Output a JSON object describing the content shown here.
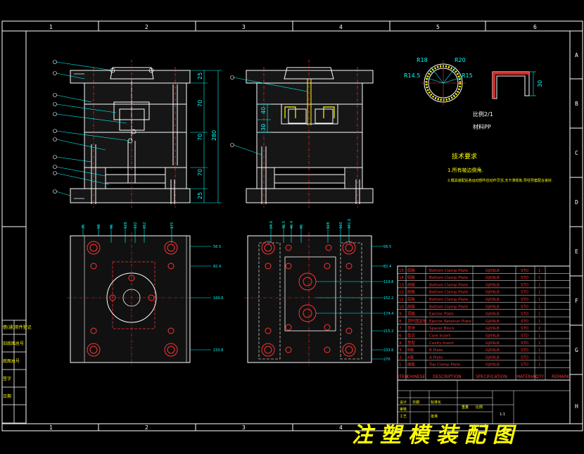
{
  "drawing": {
    "grid_columns": [
      "1",
      "2",
      "3",
      "4",
      "5",
      "6"
    ],
    "grid_rows": [
      "A",
      "B",
      "C",
      "D",
      "E",
      "F",
      "G",
      "H"
    ],
    "title_banner": "注塑模装配图",
    "colors": {
      "background": "#000000",
      "frame": "#ffffff",
      "outline": "#ffffff",
      "hidden": "#ff3333",
      "center": "#ff3333",
      "dimension": "#00ffff",
      "leader": "#00ffff",
      "table_text": "#ff3333",
      "note_text": "#ffff00",
      "banner": "#ffff00",
      "plate_fill": "#1a1a1a"
    }
  },
  "front_view": {
    "dims": [
      "25",
      "70",
      "70",
      "280",
      "70",
      "25"
    ]
  },
  "side_view": {
    "dims": [
      "40",
      "30"
    ]
  },
  "part_detail": {
    "radii": [
      "R18",
      "R20",
      "R14.5",
      "R15"
    ],
    "section_dim": "30",
    "scale_note": "比例2/1",
    "material_note": "材料PP"
  },
  "tech_notes": {
    "title": "技术要求",
    "items": [
      "1.所有棱边倒角.",
      "2.模具装配后各运动部件应动作灵活,无卡滞现象,导柱导套配合良好."
    ]
  },
  "plan_dims_left": {
    "top": [
      "35",
      "58",
      "96",
      "128",
      "132",
      "152",
      "175"
    ],
    "right": [
      "56.5",
      "82.4",
      "169.8",
      "233.8"
    ]
  },
  "plan_dims_right": {
    "top": [
      "24.6",
      "36.5",
      "46.4",
      "95",
      "128",
      "160",
      "181.6"
    ],
    "right": [
      "56.5",
      "82.4",
      "119.8",
      "152.2",
      "174.4",
      "215.2",
      "233.6",
      "270"
    ]
  },
  "bom": {
    "header": [
      "ITEM",
      "CHINESE",
      "DESCRIPTION",
      "SPECIFICATION",
      "MATERIAL",
      "QTY",
      "REMARK"
    ],
    "rows": [
      {
        "item": "15",
        "cn": "底板",
        "desc": "Bottom Clamp Plate",
        "spec": "GJ09LB",
        "mat": "STD",
        "qty": "1"
      },
      {
        "item": "14",
        "cn": "底板",
        "desc": "Bottom Clamp Plate",
        "spec": "GJ09LB",
        "mat": "STD",
        "qty": "1"
      },
      {
        "item": "13",
        "cn": "底板",
        "desc": "Bottom Clamp Plate",
        "spec": "GJ09LB",
        "mat": "STD",
        "qty": "1"
      },
      {
        "item": "12",
        "cn": "底板",
        "desc": "Bottom Clamp Plate",
        "spec": "GJ09LB",
        "mat": "STD",
        "qty": "1"
      },
      {
        "item": "11",
        "cn": "底板",
        "desc": "Bottom Clamp Plate",
        "spec": "GJ09LB",
        "mat": "STD",
        "qty": "1"
      },
      {
        "item": "10",
        "cn": "底板",
        "desc": "Bottom Clamp Plate",
        "spec": "GJ09LB",
        "mat": "STD",
        "qty": "1"
      },
      {
        "item": "9",
        "cn": "顶板",
        "desc": "Ejector Plate",
        "spec": "GJ09LB",
        "mat": "STD",
        "qty": "1"
      },
      {
        "item": "8",
        "cn": "顶杆固定板",
        "desc": "Ejector Retainer Plate",
        "spec": "GJ09LB",
        "mat": "STD",
        "qty": "1"
      },
      {
        "item": "7",
        "cn": "垫块",
        "desc": "Spacer Block",
        "spec": "GJ09LB",
        "mat": "STD",
        "qty": "2"
      },
      {
        "item": "6",
        "cn": "型芯",
        "desc": "Core Insert",
        "spec": "GJ09LB",
        "mat": "STD",
        "qty": "1"
      },
      {
        "item": "4",
        "cn": "型腔",
        "desc": "Cavity Insert",
        "spec": "GJ09LB",
        "mat": "STD",
        "qty": "1"
      },
      {
        "item": "3",
        "cn": "B板",
        "desc": "B Plate",
        "spec": "GJ09LB",
        "mat": "STD",
        "qty": "1"
      },
      {
        "item": "2",
        "cn": "A板",
        "desc": "A Plate",
        "spec": "GJ09LB",
        "mat": "STD",
        "qty": "1"
      },
      {
        "item": "1",
        "cn": "面板",
        "desc": "Top Clamp Plate",
        "spec": "GJ09LB",
        "mat": "STD",
        "qty": "1"
      }
    ]
  },
  "title_block": {
    "scale": "1:1",
    "cells": [
      "设计",
      "审核",
      "工艺",
      "标准化",
      "批准",
      "日期",
      "重量",
      "比例"
    ]
  },
  "side_strip": [
    "借(通)用件登记",
    "旧底图总号",
    "底图总号",
    "签字",
    "日期"
  ]
}
